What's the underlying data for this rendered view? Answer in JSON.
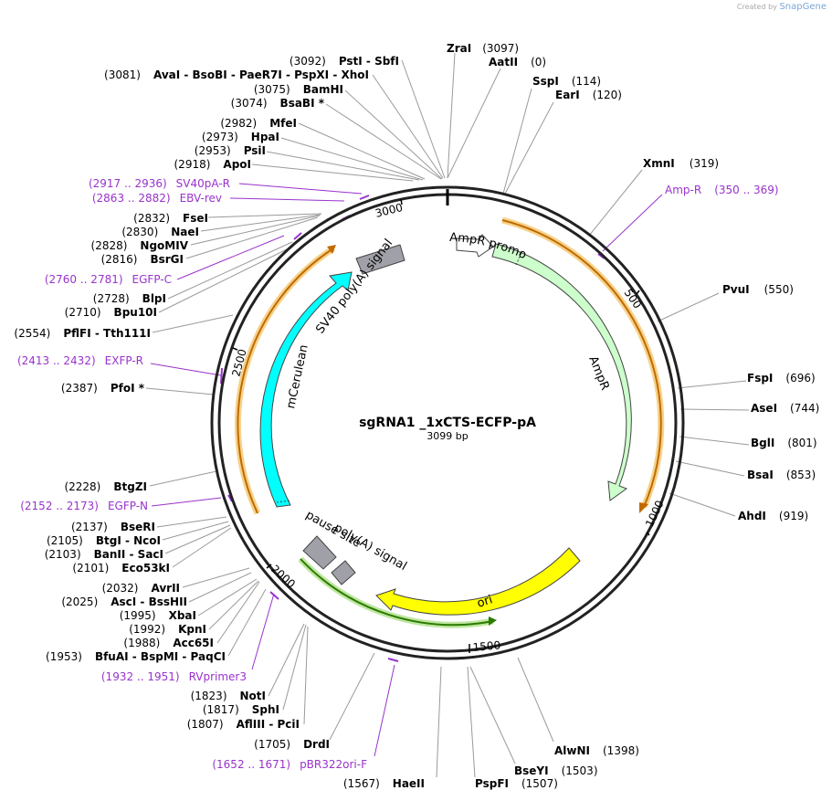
{
  "credit": {
    "created_by": "Created by",
    "brand": "SnapGene"
  },
  "map": {
    "name": "sgRNA1 _1xCTS-ECFP-pA",
    "length_label": "3099 bp",
    "length": 3099
  },
  "ticks": [
    {
      "value": 500,
      "label": "500"
    },
    {
      "value": 1000,
      "label": "1000"
    },
    {
      "value": 1500,
      "label": "1500"
    },
    {
      "value": 2000,
      "label": "2000"
    },
    {
      "value": 2500,
      "label": "2500"
    },
    {
      "value": 3000,
      "label": "3000"
    }
  ],
  "features": [
    {
      "name": "AmpR promoter",
      "color": "#ffffff",
      "track": "inner"
    },
    {
      "name": "AmpR",
      "color": "#ccffcc",
      "track": "inner"
    },
    {
      "name": "ori",
      "color": "#ffff00",
      "track": "inner"
    },
    {
      "name": "poly(A) signal",
      "color": "#a0a0a8",
      "track": "inner"
    },
    {
      "name": "pause site",
      "color": "#a0a0a8",
      "track": "inner"
    },
    {
      "name": "mCerulean",
      "color": "#00ffff",
      "track": "inner"
    },
    {
      "name": "SV40 poly(A) signal",
      "color": "#a0a0a8",
      "track": "inner"
    }
  ],
  "orfs": [
    {
      "color": "#e08a00"
    },
    {
      "color": "#e08a00"
    },
    {
      "color": "#2a8a00"
    }
  ],
  "enzymes_right": [
    {
      "name": "ZraI",
      "pos": "(3097)"
    },
    {
      "name": "AatII",
      "pos": "(0)"
    },
    {
      "name": "SspI",
      "pos": "(114)"
    },
    {
      "name": "EarI",
      "pos": "(120)"
    },
    {
      "name": "XmnI",
      "pos": "(319)"
    },
    {
      "name": "PvuI",
      "pos": "(550)"
    },
    {
      "name": "FspI",
      "pos": "(696)"
    },
    {
      "name": "AseI",
      "pos": "(744)"
    },
    {
      "name": "BglI",
      "pos": "(801)"
    },
    {
      "name": "BsaI",
      "pos": "(853)"
    },
    {
      "name": "AhdI",
      "pos": "(919)"
    },
    {
      "name": "AlwNI",
      "pos": "(1398)"
    },
    {
      "name": "BseYI",
      "pos": "(1503)"
    },
    {
      "name": "PspFI",
      "pos": "(1507)"
    },
    {
      "name": "HaeII",
      "pos": "(1567)"
    },
    {
      "name": "DrdI",
      "pos": "(1705)"
    }
  ],
  "enzymes_left": [
    {
      "pos": "(3092)",
      "text": "PstI  -  SbfI"
    },
    {
      "pos": "(3081)",
      "text": "AvaI  -  BsoBI  -  PaeR7I  -  PspXI  -  XhoI"
    },
    {
      "pos": "(3075)",
      "text": "BamHI"
    },
    {
      "pos": "(3074)",
      "text": "BsaBI *"
    },
    {
      "pos": "(2982)",
      "text": "MfeI"
    },
    {
      "pos": "(2973)",
      "text": "HpaI"
    },
    {
      "pos": "(2953)",
      "text": "PsiI"
    },
    {
      "pos": "(2918)",
      "text": "ApoI"
    },
    {
      "pos": "(2832)",
      "text": "FseI"
    },
    {
      "pos": "(2830)",
      "text": "NaeI"
    },
    {
      "pos": "(2828)",
      "text": "NgoMIV"
    },
    {
      "pos": "(2816)",
      "text": "BsrGI"
    },
    {
      "pos": "(2728)",
      "text": "BlpI"
    },
    {
      "pos": "(2710)",
      "text": "Bpu10I"
    },
    {
      "pos": "(2554)",
      "text": "PflFI  -  Tth111I"
    },
    {
      "pos": "(2387)",
      "text": "PfoI *"
    },
    {
      "pos": "(2228)",
      "text": "BtgZI"
    },
    {
      "pos": "(2137)",
      "text": "BseRI"
    },
    {
      "pos": "(2105)",
      "text": "BtgI  -  NcoI"
    },
    {
      "pos": "(2103)",
      "text": "BanII  -  SacI"
    },
    {
      "pos": "(2101)",
      "text": "Eco53kI"
    },
    {
      "pos": "(2032)",
      "text": "AvrII"
    },
    {
      "pos": "(2025)",
      "text": "AscI  -  BssHII"
    },
    {
      "pos": "(1995)",
      "text": "XbaI"
    },
    {
      "pos": "(1992)",
      "text": "KpnI"
    },
    {
      "pos": "(1988)",
      "text": "Acc65I"
    },
    {
      "pos": "(1953)",
      "text": "BfuAI  -  BspMI  -  PaqCI"
    },
    {
      "pos": "(1823)",
      "text": "NotI"
    },
    {
      "pos": "(1817)",
      "text": "SphI"
    },
    {
      "pos": "(1807)",
      "text": "AflIII  -  PciI"
    }
  ],
  "primers_left": [
    {
      "range": "(2917 .. 2936)",
      "name": "SV40pA-R"
    },
    {
      "range": "(2863 .. 2882)",
      "name": "EBV-rev"
    },
    {
      "range": "(2760 .. 2781)",
      "name": "EGFP-C"
    },
    {
      "range": "(2413 .. 2432)",
      "name": "EXFP-R"
    },
    {
      "range": "(2152 .. 2173)",
      "name": "EGFP-N"
    },
    {
      "range": "(1932 .. 1951)",
      "name": "RVprimer3"
    },
    {
      "range": "(1652 .. 1671)",
      "name": "pBR322ori-F"
    }
  ],
  "primers_right": [
    {
      "name": "Amp-R",
      "range": "(350 .. 369)"
    }
  ]
}
